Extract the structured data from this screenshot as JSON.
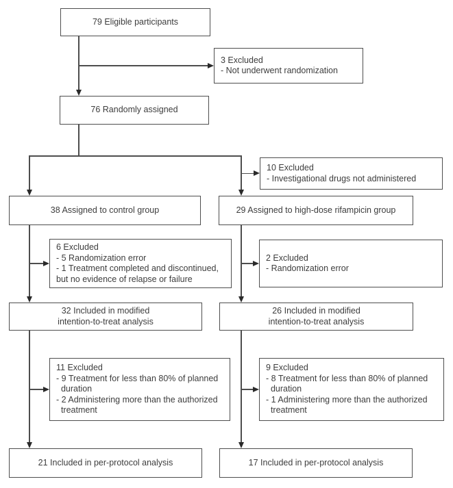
{
  "colors": {
    "background": "#ffffff",
    "line": "#4d4d4d",
    "text": "#3d3d3d",
    "arrow": "#2a2a2a"
  },
  "boxes": {
    "eligible": {
      "lines": [
        "79 Eligible participants"
      ]
    },
    "excluded_not_randomized": {
      "lines": [
        "3 Excluded",
        "- Not underwent randomization"
      ]
    },
    "randomized": {
      "lines": [
        "76 Randomly assigned"
      ]
    },
    "excluded_drugs_not_administered": {
      "lines": [
        "10 Excluded",
        "- Investigational drugs not administered"
      ]
    },
    "assigned_control": {
      "lines": [
        "38 Assigned to control group"
      ]
    },
    "assigned_rifampicin": {
      "lines": [
        "29 Assigned to high-dose rifampicin group"
      ]
    },
    "excluded_control_randomization": {
      "lines": [
        "6 Excluded",
        "- 5 Randomization error",
        "- 1 Treatment completed and discontinued,",
        "but no evidence of relapse or failure"
      ]
    },
    "excluded_rifampicin_randomization": {
      "lines": [
        "2 Excluded",
        "- Randomization error"
      ]
    },
    "mitt_control": {
      "lines": [
        "32 Included in modified",
        "intention-to-treat analysis"
      ]
    },
    "mitt_rifampicin": {
      "lines": [
        "26 Included in modified",
        "intention-to-treat analysis"
      ]
    },
    "excluded_control_per_protocol": {
      "lines": [
        "11 Excluded",
        "- 9 Treatment for less than 80% of planned",
        "  duration",
        "- 2 Administering more than the authorized",
        "  treatment"
      ]
    },
    "excluded_rifampicin_per_protocol": {
      "lines": [
        "9 Excluded",
        "- 8 Treatment for less than 80% of planned",
        "  duration",
        "- 1 Administering more than the authorized",
        "  treatment"
      ]
    },
    "per_protocol_control": {
      "lines": [
        "21 Included in per-protocol analysis"
      ]
    },
    "per_protocol_rifampicin": {
      "lines": [
        "17 Included in per-protocol analysis"
      ]
    }
  }
}
